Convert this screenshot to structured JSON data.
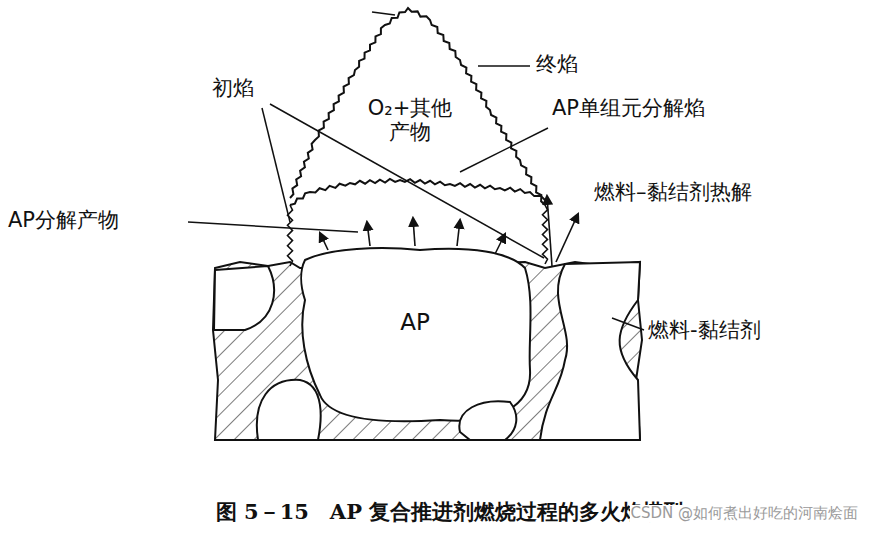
{
  "diagram": {
    "caption": "图 5－15　AP 复合推进剂燃烧过程的多火焰模型",
    "nodes": [
      {
        "text": [
          "O₂+其他 产物"
        ]
      },
      {
        "text": [
          "AP"
        ]
      }
    ],
    "labels": [
      "终焰",
      "初焰",
      "AP单组元分解焰",
      "燃料–黏结剂热解",
      "AP分解产物",
      "燃料-黏结剂",
      "CSDN @如何煮出好吃的河南烩面"
    ]
  }
}
